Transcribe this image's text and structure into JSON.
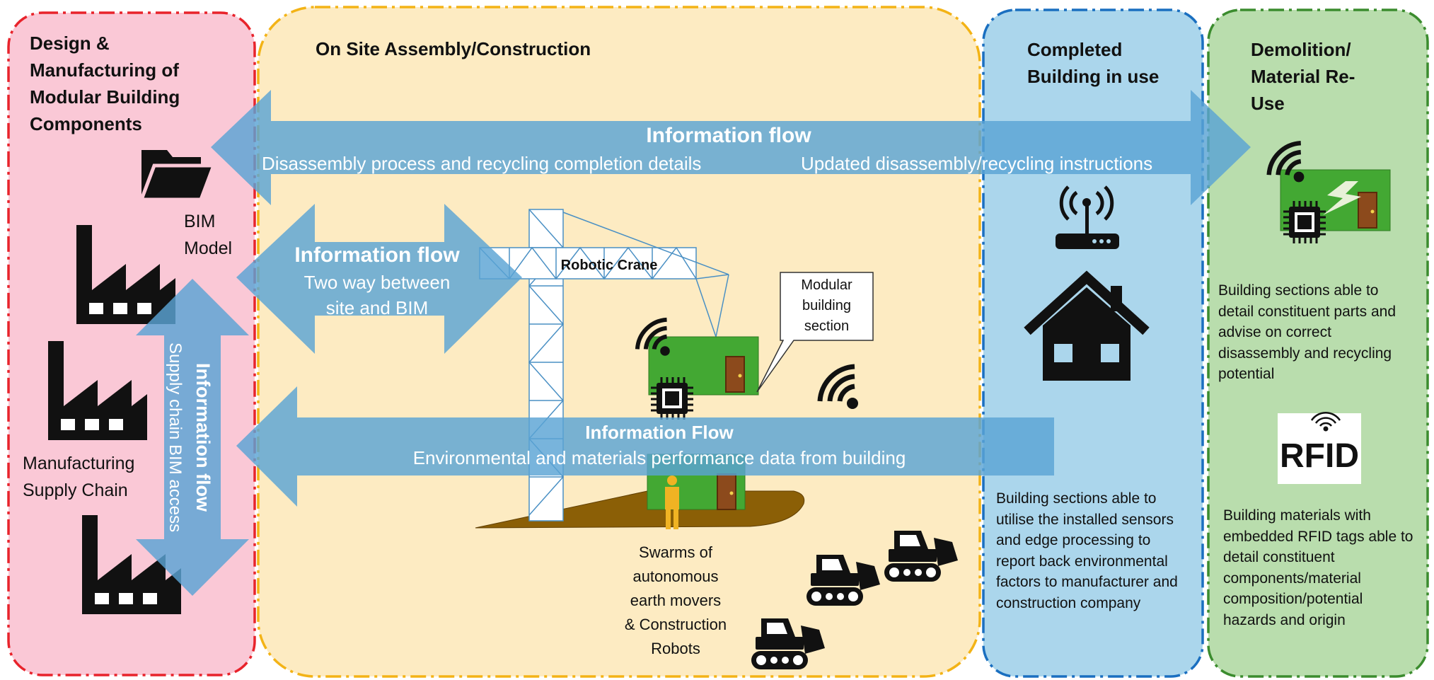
{
  "sections": {
    "design": {
      "title": "Design &\nManufacturing of\nModular Building\nComponents",
      "bim_label": "BIM\nModel",
      "supply_label": "Manufacturing\nSupply Chain"
    },
    "onsite": {
      "title": "On Site Assembly/Construction",
      "crane_label": "Robotic Crane",
      "callout": "Modular\nbuilding\nsection",
      "robots_label": "Swarms of\nautonomous\nearth movers\n& Construction\nRobots"
    },
    "completed": {
      "title": "Completed\nBuilding in use",
      "description": "Building sections able to\nutilise the installed sensors\nand edge processing to\nreport back environmental\nfactors to manufacturer and\nconstruction company"
    },
    "demolition": {
      "title": "Demolition/\nMaterial Re-\nUse",
      "description_top": "Building sections able to\ndetail constituent parts and\nadvise on correct\ndisassembly and recycling\npotential",
      "rfid_text": "RFID",
      "description_bottom": "Building materials with\nembedded RFID tags able to\ndetail constituent\ncomponents/material\ncomposition/potential\nhazards and origin"
    }
  },
  "arrows": {
    "top": {
      "title": "Information flow",
      "left_text": "Disassembly process and recycling completion details",
      "right_text": "Updated disassembly/recycling instructions"
    },
    "site_bim": {
      "title": "Information flow",
      "line1": "Two way between",
      "line2": "site and BIM"
    },
    "supply": {
      "title": "Information flow",
      "subtitle": "Supply chain BIM access"
    },
    "bottom": {
      "title": "Information Flow",
      "subtitle": "Environmental and materials performance data from building"
    }
  },
  "colors": {
    "design_fill": "#fac8d6",
    "design_border": "#e8232b",
    "onsite_fill": "#fdebc2",
    "onsite_border": "#f3b316",
    "completed_fill": "#abd6ec",
    "completed_border": "#1a6fc0",
    "demolition_fill": "#b9ddad",
    "demolition_border": "#3b8c2e",
    "arrow_fill": "#5aa3d4",
    "board_green": "#43a833",
    "door_brown": "#8c4a1c",
    "ground_brown": "#8b5f06"
  },
  "icons": [
    "folder-icon",
    "factory-icon",
    "wifi-icon",
    "chip-icon",
    "door-icon",
    "router-icon",
    "house-icon",
    "bulldozer-icon",
    "person-icon",
    "crane-icon",
    "rfid-icon"
  ]
}
